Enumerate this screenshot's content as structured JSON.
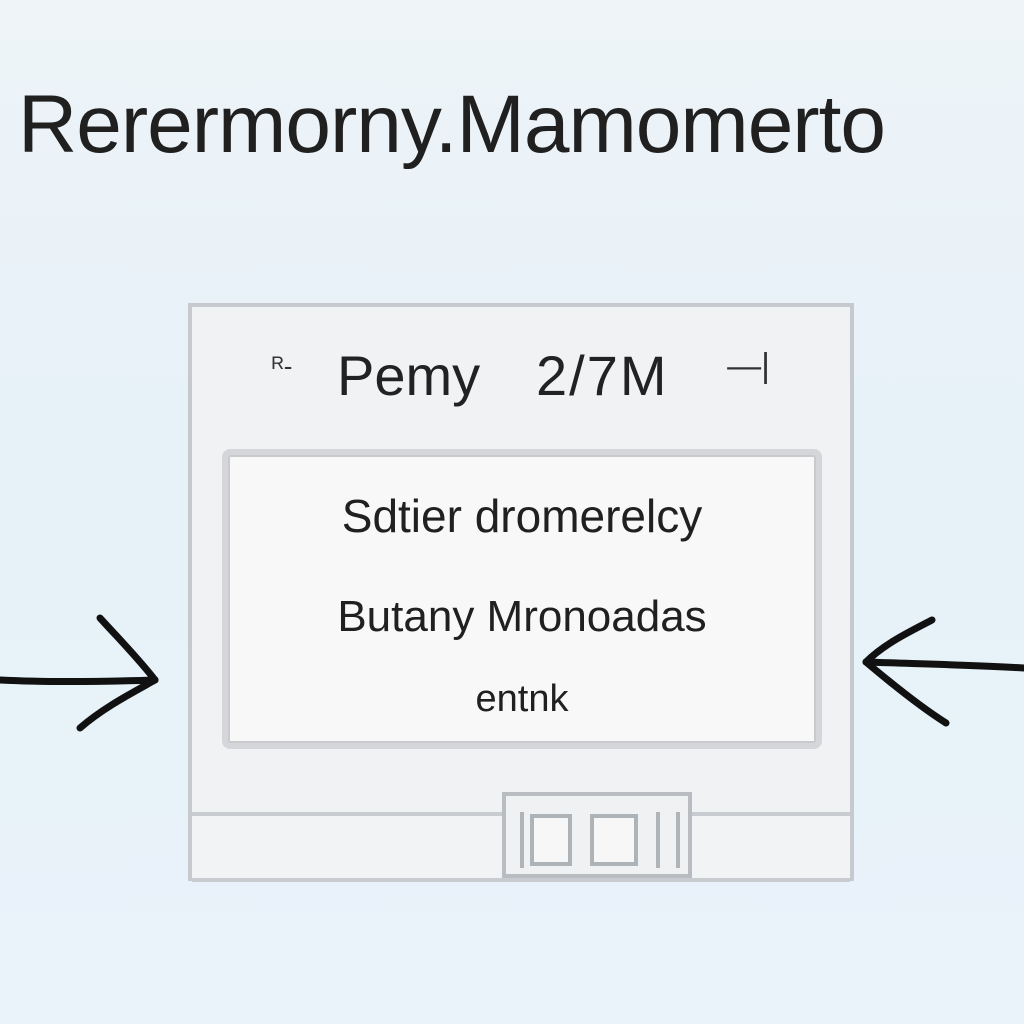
{
  "page": {
    "heading": "Rerermorny.Mamomerto"
  },
  "widget": {
    "header": {
      "left_glyph": "ᴿ-",
      "title": "Pemy",
      "datetime": "2/7M",
      "right_glyph": "—|"
    },
    "message": {
      "line1": "Sdtier dromerelcy",
      "line2": "Butany Mronoadas",
      "line3": "entnk"
    }
  },
  "icons": {
    "left_arrow": "right-arrow-icon",
    "right_arrow": "left-arrow-icon"
  },
  "colors": {
    "background": "#e9f2f8",
    "panel_border": "#c6c9cd",
    "text": "#202020"
  }
}
